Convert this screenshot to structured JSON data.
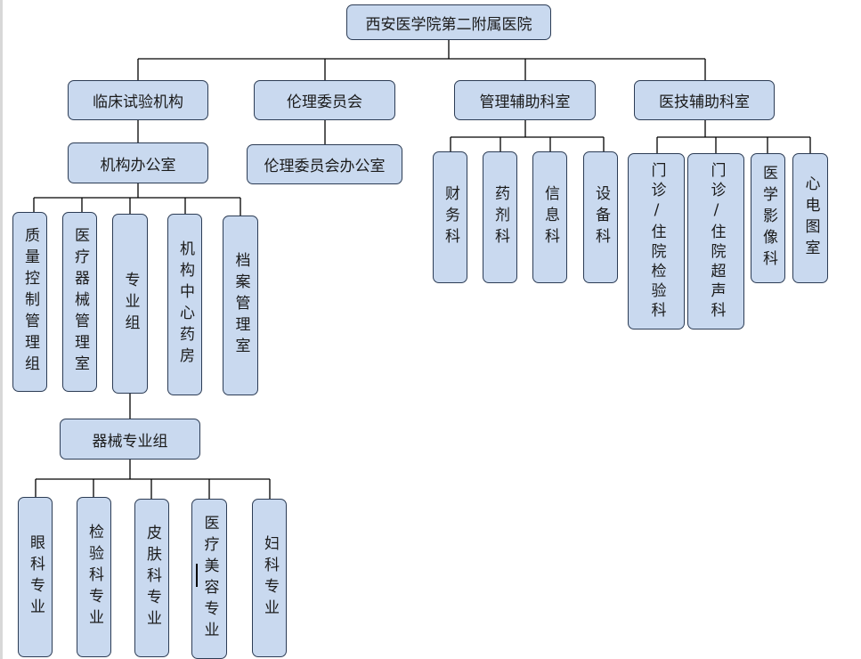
{
  "root": "西安医学院第二附属医院",
  "level1": {
    "clinical": "临床试验机构",
    "ethics": "伦理委员会",
    "mgmt_aux": "管理辅助科室",
    "med_tech_aux": "医技辅助科室"
  },
  "clinical_children": {
    "office": "机构办公室",
    "units": [
      "质量控制管理组",
      "医疗器械管理室",
      "专业组",
      "机构中心药房",
      "档案管理室"
    ],
    "device_group": "器械专业组",
    "device_specialties": [
      "眼科专业",
      "检验科专业",
      "皮肤科专业",
      "医疗美容专业",
      "妇科专业"
    ]
  },
  "ethics_children": {
    "office": "伦理委员会办公室"
  },
  "mgmt_children": [
    "财务科",
    "药剂科",
    "信息科",
    "设备科"
  ],
  "medtech_children": [
    "门诊/住院检验科",
    "门诊/住院超声科",
    "医学影像科",
    "心电图室"
  ]
}
